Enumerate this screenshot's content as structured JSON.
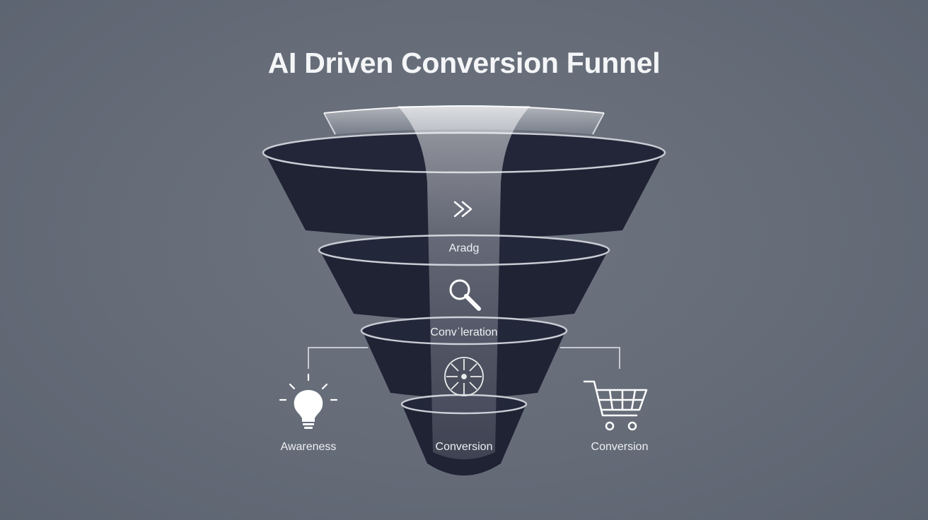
{
  "title": "AI Driven Conversion Funnel",
  "stages": [
    {
      "label": "",
      "icon": "double-chevron-right-icon"
    },
    {
      "label": "Aradg",
      "icon": "magnifier-icon"
    },
    {
      "label": "Convˈleration",
      "icon": "network-globe-icon"
    },
    {
      "label": "Conversion",
      "icon": ""
    }
  ],
  "side_nodes": {
    "left": {
      "label": "Awareness",
      "icon": "lightbulb-icon"
    },
    "right": {
      "label": "Conversion",
      "icon": "shopping-cart-icon"
    }
  },
  "colors": {
    "background": "#656c78",
    "funnel_fill": "#1f2334",
    "rim_stroke": "#c9ccd3",
    "beam": "#e9ebef",
    "text": "#eef0f3"
  }
}
